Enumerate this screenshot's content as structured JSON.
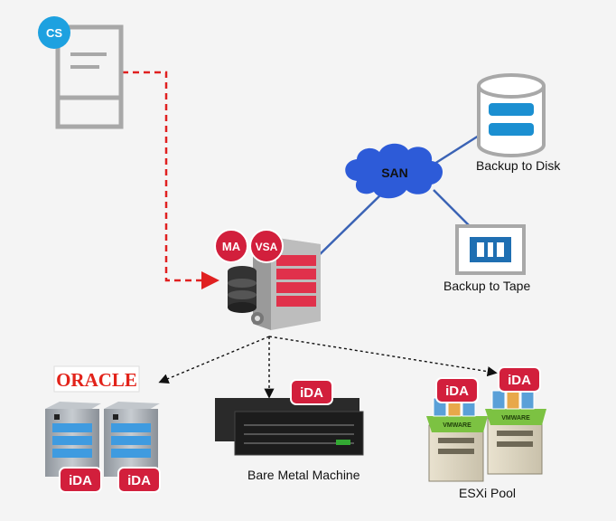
{
  "nodes": {
    "commserve": {
      "badge": "CS"
    },
    "media_agent": {
      "badges": [
        "MA",
        "VSA"
      ]
    },
    "san": {
      "label": "SAN"
    },
    "disk": {
      "label": "Backup to Disk"
    },
    "tape": {
      "label": "Backup to Tape"
    },
    "oracle": {
      "logo": "ORACLE",
      "badges": [
        "iDA",
        "iDA"
      ]
    },
    "bare_metal": {
      "label": "Bare Metal Machine",
      "badge": "iDA"
    },
    "esxi": {
      "label": "ESXi Pool",
      "badges": [
        "iDA",
        "iDA"
      ],
      "vmware_text": "VMWARE"
    }
  },
  "colors": {
    "badge_red": "#d21f3c",
    "dashed_red": "#e02020",
    "link_blue": "#3b63b5",
    "cloud_blue": "#2d5bd8",
    "disk_blue": "#1b8fd1",
    "tape_blue": "#1f6fb2",
    "cs_blue": "#1da1e0",
    "server_red": "#e0314b",
    "oracle_red": "#e2231a",
    "vm_green": "#7cc242"
  }
}
